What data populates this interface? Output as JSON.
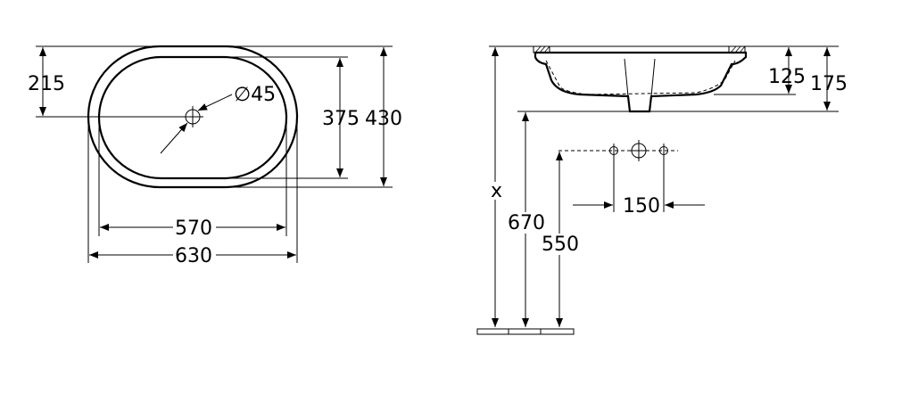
{
  "top_view": {
    "offset_label": "215",
    "hole_label": "∅45",
    "inner_depth_label": "375",
    "outer_depth_label": "430",
    "inner_width_label": "570",
    "outer_width_label": "630"
  },
  "side_view": {
    "install_height_label": "x",
    "rim_height_label": "670",
    "drain_height_label": "550",
    "bowl_depth_label": "125",
    "total_depth_label": "175",
    "tap_spacing_label": "150"
  }
}
